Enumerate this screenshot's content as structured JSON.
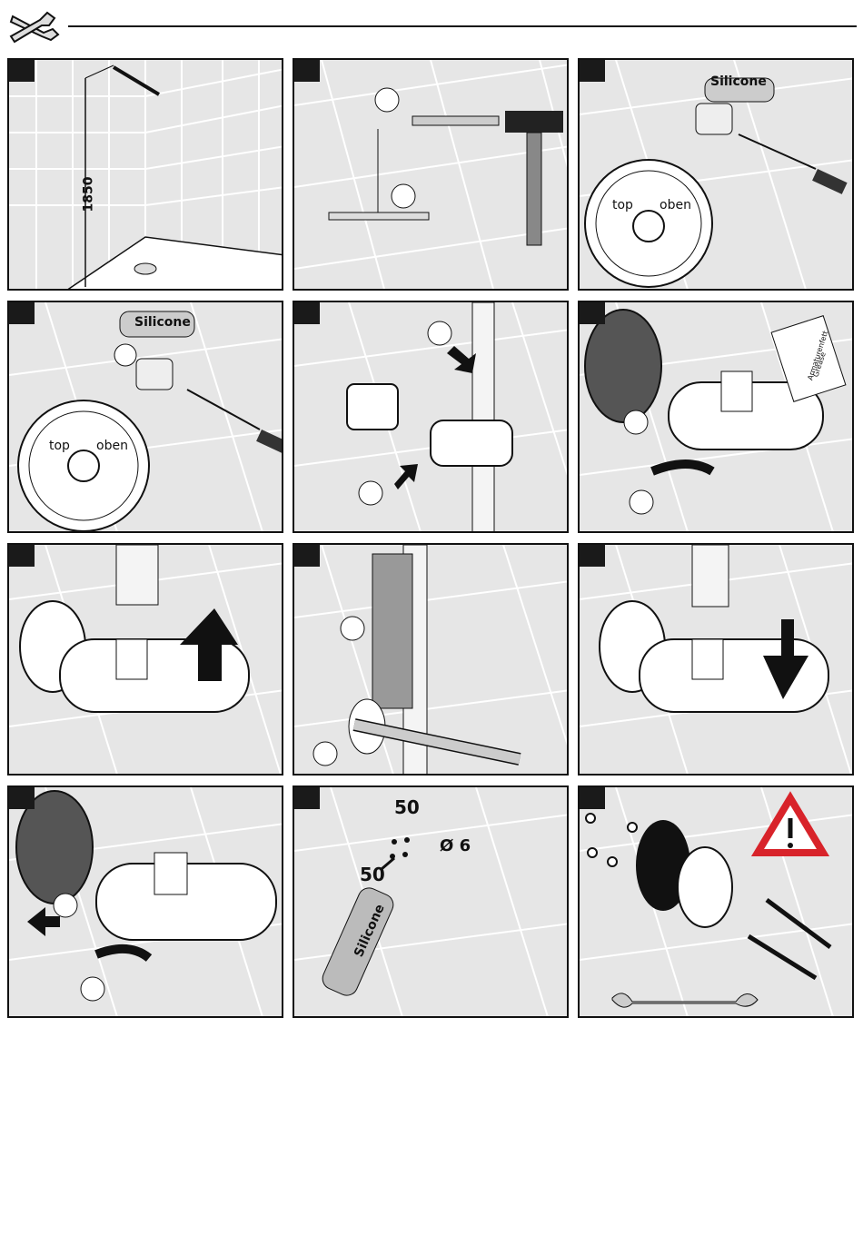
{
  "panels": {
    "p1": {
      "dimension": "1850"
    },
    "p3": {
      "tube": "Silicone",
      "left": "top",
      "right": "oben"
    },
    "p4": {
      "tube": "Silicone",
      "left": "top",
      "right": "oben"
    },
    "p6": {
      "card_line1": "Armaturenfett",
      "card_line2": "Grease"
    },
    "p11": {
      "dim_top": "50",
      "dim_left": "50",
      "diameter": "Ø 6",
      "tube": "Silicone"
    }
  },
  "colors": {
    "panel_bg": "#e6e6e6",
    "tile_line": "#ffffff",
    "ink": "#111111",
    "warning": "#d8232a"
  }
}
